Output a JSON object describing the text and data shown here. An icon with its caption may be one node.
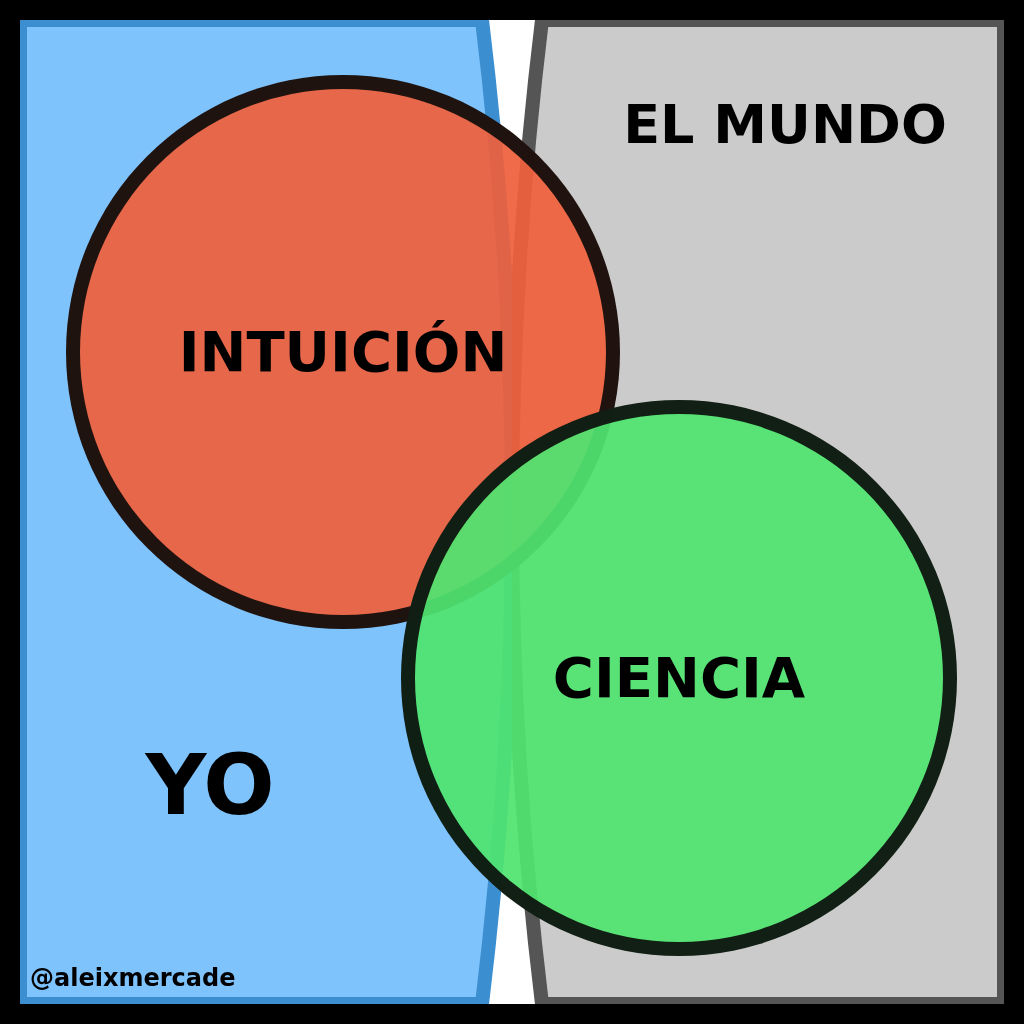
{
  "diagram": {
    "nodes": [
      {
        "text": [
          "YO"
        ]
      },
      {
        "text": [
          "EL MUNDO"
        ]
      },
      {
        "text": [
          "INTUICIÓN"
        ]
      },
      {
        "text": [
          "CIENCIA"
        ]
      }
    ],
    "labels": [
      "@aleixmercade"
    ]
  }
}
